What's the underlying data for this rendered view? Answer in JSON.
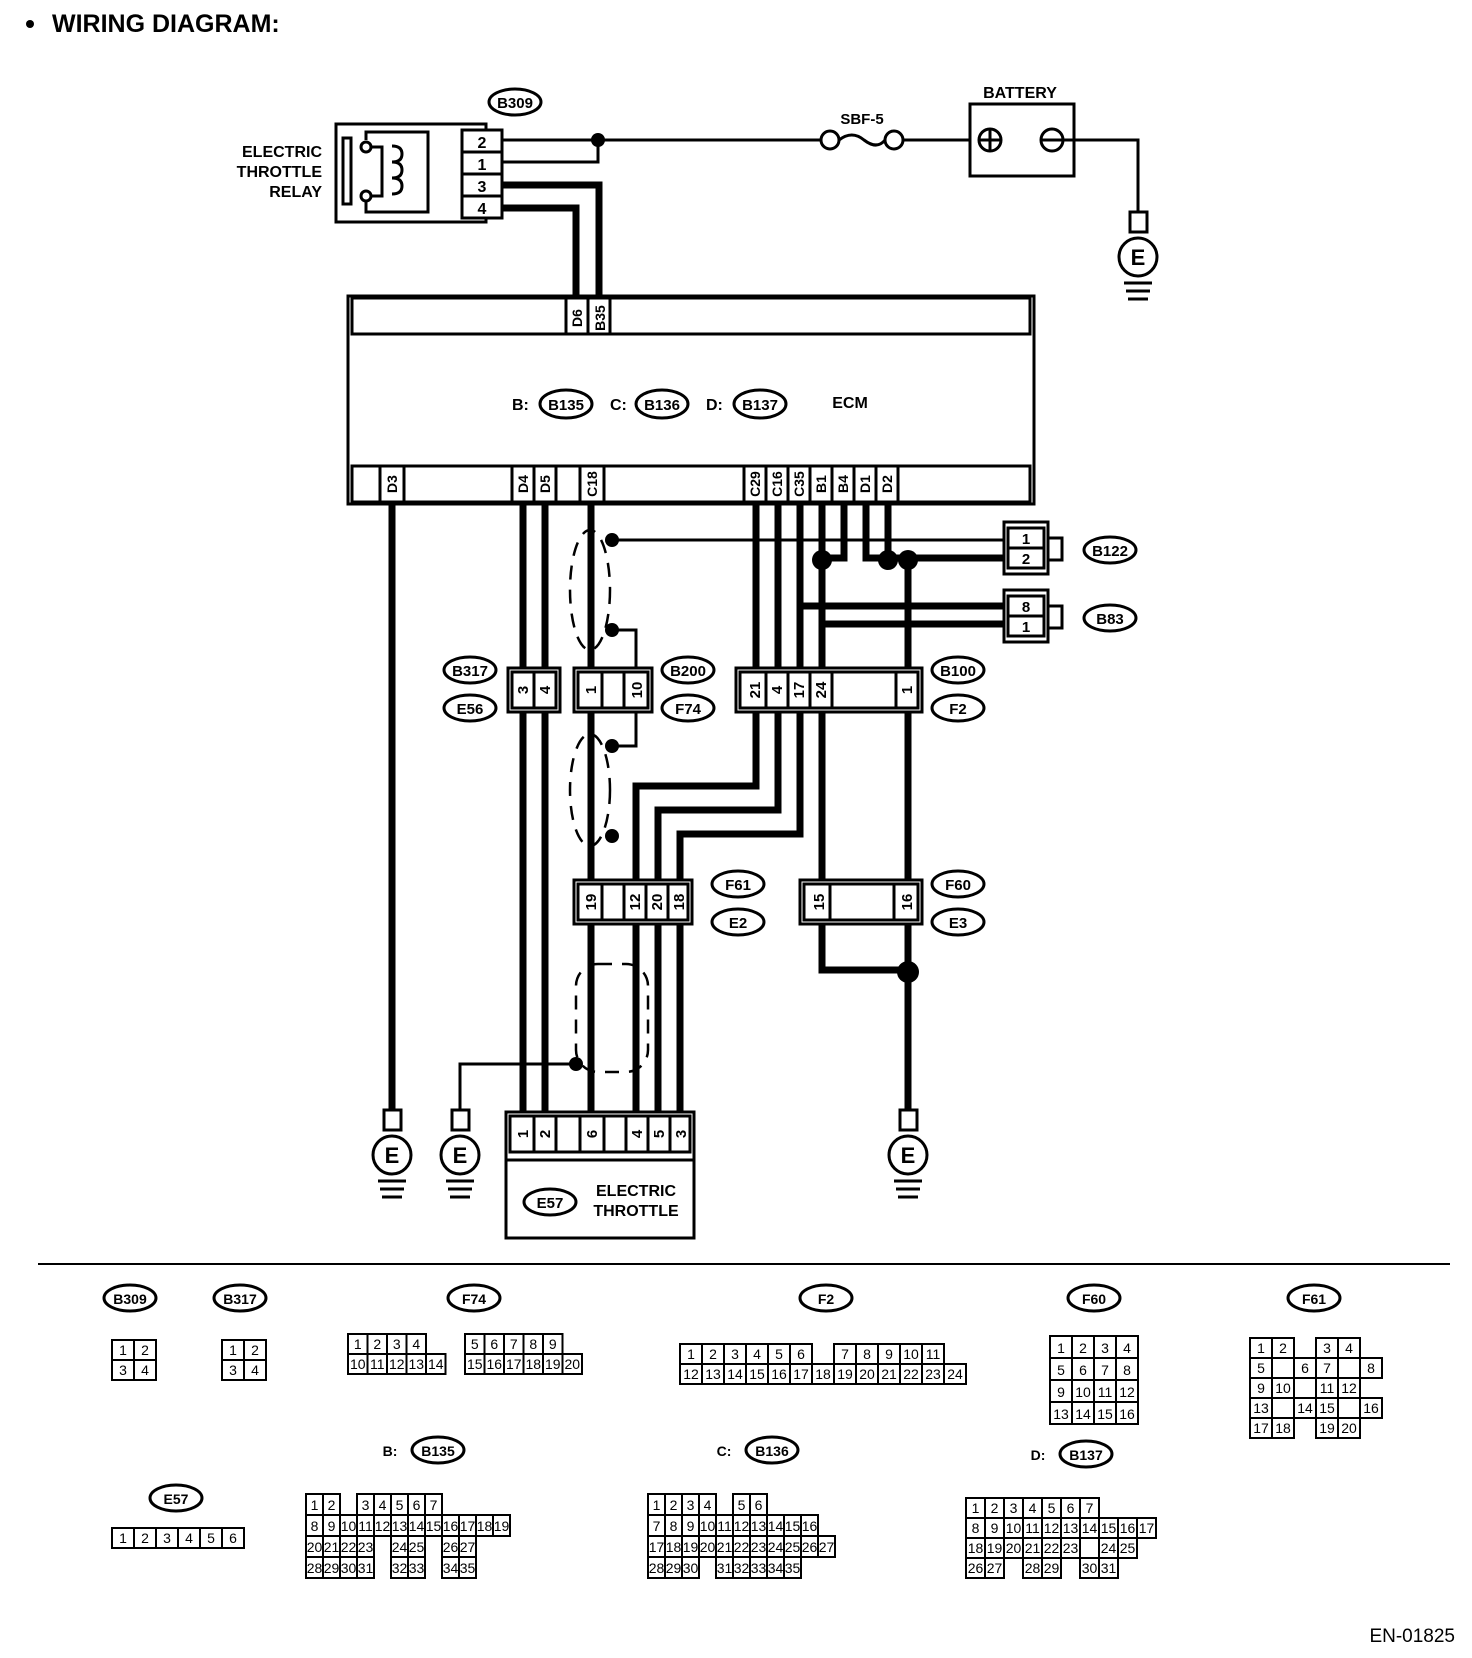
{
  "title": "WIRING DIAGRAM:",
  "code": "EN-01825",
  "relay": {
    "label_lines": [
      "ELECTRIC",
      "THROTTLE",
      "RELAY"
    ],
    "connector": "B309",
    "pins": [
      "2",
      "1",
      "3",
      "4"
    ]
  },
  "fuse": "SBF-5",
  "battery": "BATTERY",
  "ground": "E",
  "ecm": {
    "label": "ECM",
    "prefix_b": "B:",
    "conn_b": "B135",
    "prefix_c": "C:",
    "conn_c": "B136",
    "prefix_d": "D:",
    "conn_d": "B137",
    "top_pins": [
      "D6",
      "B35"
    ],
    "bottom_pins": [
      "D3",
      "D4",
      "D5",
      "C18",
      "C29",
      "C16",
      "C35",
      "B1",
      "B4",
      "D1",
      "D2"
    ]
  },
  "connectors": {
    "b122": {
      "name": "B122",
      "pins": [
        "1",
        "2"
      ]
    },
    "b83": {
      "name": "B83",
      "pins": [
        "8",
        "1"
      ]
    },
    "b317": {
      "name": "B317",
      "mate": "E56",
      "pins": [
        "3",
        "4"
      ]
    },
    "b200": {
      "name": "B200",
      "mate": "F74",
      "pins": [
        "1",
        "10"
      ]
    },
    "b100": {
      "name": "B100",
      "mate": "F2",
      "pins": [
        "21",
        "4",
        "17",
        "24",
        "1"
      ]
    },
    "f61": {
      "name": "F61",
      "mate": "E2",
      "pins": [
        "19",
        "12",
        "20",
        "18"
      ]
    },
    "f60": {
      "name": "F60",
      "mate": "E3",
      "pins": [
        "15",
        "16"
      ]
    },
    "e57": {
      "name": "E57",
      "label_lines": [
        "ELECTRIC",
        "THROTTLE"
      ],
      "pins": [
        "1",
        "2",
        "6",
        "4",
        "5",
        "3"
      ]
    }
  },
  "legend": {
    "b309": {
      "name": "B309",
      "rows": [
        [
          "1",
          "2"
        ],
        [
          "3",
          "4"
        ]
      ]
    },
    "b317": {
      "name": "B317",
      "rows": [
        [
          "1",
          "2"
        ],
        [
          "3",
          "4"
        ]
      ]
    },
    "f74": {
      "name": "F74",
      "rows": [
        [
          "1",
          "2",
          "3",
          "4",
          "",
          "",
          "5",
          "6",
          "7",
          "8",
          "9"
        ],
        [
          "10",
          "11",
          "12",
          "13",
          "14",
          "",
          "15",
          "16",
          "17",
          "18",
          "19",
          "20"
        ]
      ]
    },
    "f2": {
      "name": "F2",
      "rows": [
        [
          "1",
          "2",
          "3",
          "4",
          "5",
          "6",
          "",
          "7",
          "8",
          "9",
          "10",
          "11"
        ],
        [
          "12",
          "13",
          "14",
          "15",
          "16",
          "17",
          "18",
          "19",
          "20",
          "21",
          "22",
          "23",
          "24"
        ]
      ]
    },
    "f60": {
      "name": "F60",
      "rows": [
        [
          "1",
          "2",
          "3",
          "4"
        ],
        [
          "5",
          "6",
          "7",
          "8"
        ],
        [
          "9",
          "10",
          "11",
          "12"
        ],
        [
          "13",
          "14",
          "15",
          "16"
        ]
      ]
    },
    "f61": {
      "name": "F61",
      "rows": [
        [
          "1",
          "2",
          "",
          "3",
          "4"
        ],
        [
          "5",
          "",
          "6",
          "7",
          "",
          "8"
        ],
        [
          "9",
          "10",
          "",
          "11",
          "12"
        ],
        [
          "13",
          "",
          "14",
          "15",
          "",
          "16"
        ],
        [
          "17",
          "18",
          "",
          "19",
          "20"
        ]
      ]
    },
    "e57": {
      "name": "E57",
      "rows": [
        [
          "1",
          "2",
          "3",
          "4",
          "5",
          "6"
        ]
      ]
    },
    "b135": {
      "prefix": "B:",
      "name": "B135",
      "rows": [
        [
          "1",
          "2",
          "",
          "3",
          "4",
          "5",
          "6",
          "7"
        ],
        [
          "8",
          "9",
          "10",
          "11",
          "12",
          "13",
          "14",
          "15",
          "16",
          "17",
          "18",
          "19"
        ],
        [
          "20",
          "21",
          "22",
          "23",
          "",
          "24",
          "25",
          "",
          "26",
          "27"
        ],
        [
          "28",
          "29",
          "30",
          "31",
          "",
          "32",
          "33",
          "",
          "34",
          "35"
        ]
      ]
    },
    "b136": {
      "prefix": "C:",
      "name": "B136",
      "rows": [
        [
          "1",
          "2",
          "3",
          "4",
          "",
          "5",
          "6"
        ],
        [
          "7",
          "8",
          "9",
          "10",
          "11",
          "12",
          "13",
          "14",
          "15",
          "16"
        ],
        [
          "17",
          "18",
          "19",
          "20",
          "21",
          "22",
          "23",
          "24",
          "25",
          "26",
          "27"
        ],
        [
          "28",
          "29",
          "30",
          "",
          "31",
          "32",
          "33",
          "34",
          "35"
        ]
      ]
    },
    "b137": {
      "prefix": "D:",
      "name": "B137",
      "rows": [
        [
          "1",
          "2",
          "3",
          "4",
          "5",
          "6",
          "7"
        ],
        [
          "8",
          "9",
          "10",
          "11",
          "12",
          "13",
          "14",
          "15",
          "16",
          "17"
        ],
        [
          "18",
          "19",
          "20",
          "21",
          "22",
          "23",
          "",
          "24",
          "25"
        ],
        [
          "26",
          "27",
          "",
          "28",
          "29",
          "",
          "30",
          "31"
        ]
      ]
    }
  }
}
